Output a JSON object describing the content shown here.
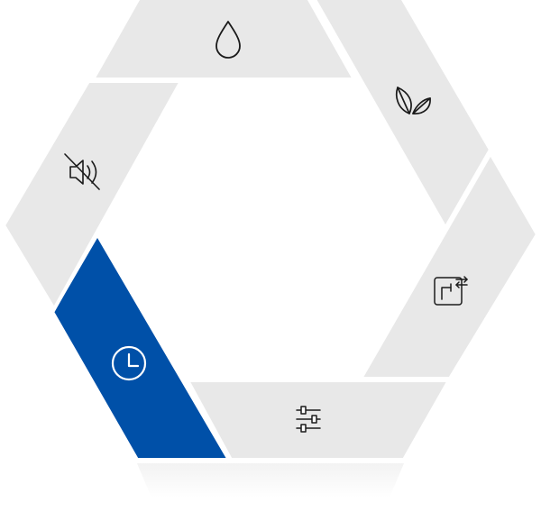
{
  "theme": {
    "segment_fill": "#e8e8e8",
    "active_fill": "#0050a8",
    "icon_color": "#1a1a1a",
    "active_icon_color": "#ffffff"
  },
  "dial": {
    "active_segment": "timer",
    "segments": [
      {
        "id": "water",
        "icon": "water-drop-icon",
        "selected": false
      },
      {
        "id": "eco",
        "icon": "leaves-icon",
        "selected": false
      },
      {
        "id": "plumbing",
        "icon": "pipe-connection-icon",
        "selected": false
      },
      {
        "id": "settings",
        "icon": "sliders-icon",
        "selected": false
      },
      {
        "id": "timer",
        "icon": "clock-icon",
        "selected": true
      },
      {
        "id": "mute",
        "icon": "speaker-muted-icon",
        "selected": false
      }
    ]
  }
}
